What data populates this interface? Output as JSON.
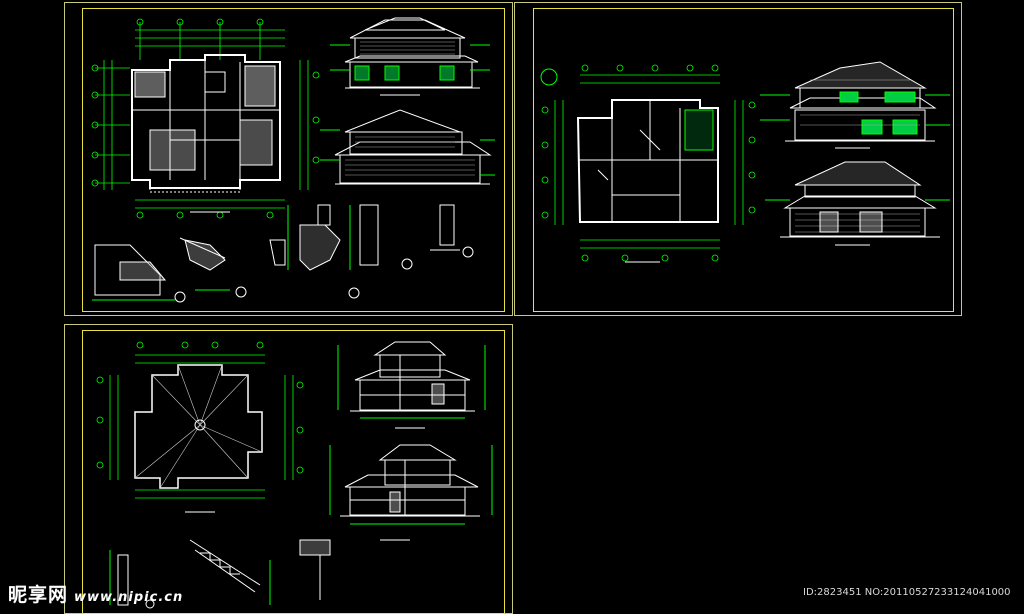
{
  "canvas": {
    "background": "#000000"
  },
  "colors": {
    "sheet_border": "#c8c87a",
    "frame": "#e8e040",
    "dimension": "#00ff00",
    "linework": "#ffffff",
    "walls": "#ffffff",
    "axis": "#00ff00",
    "glazing": "#00cc44"
  },
  "sheets": [
    {
      "id": "sheet-1",
      "content": [
        "floor-plan",
        "elevation",
        "elevation",
        "details"
      ]
    },
    {
      "id": "sheet-2",
      "content": [
        "floor-plan",
        "elevation",
        "elevation"
      ]
    },
    {
      "id": "sheet-3",
      "content": [
        "roof-plan",
        "section",
        "section",
        "details"
      ]
    }
  ],
  "watermark": {
    "brand": "昵享网",
    "site": "www.nipic.cn",
    "id_text": "ID:2823451 NO:20110527233124041000"
  }
}
